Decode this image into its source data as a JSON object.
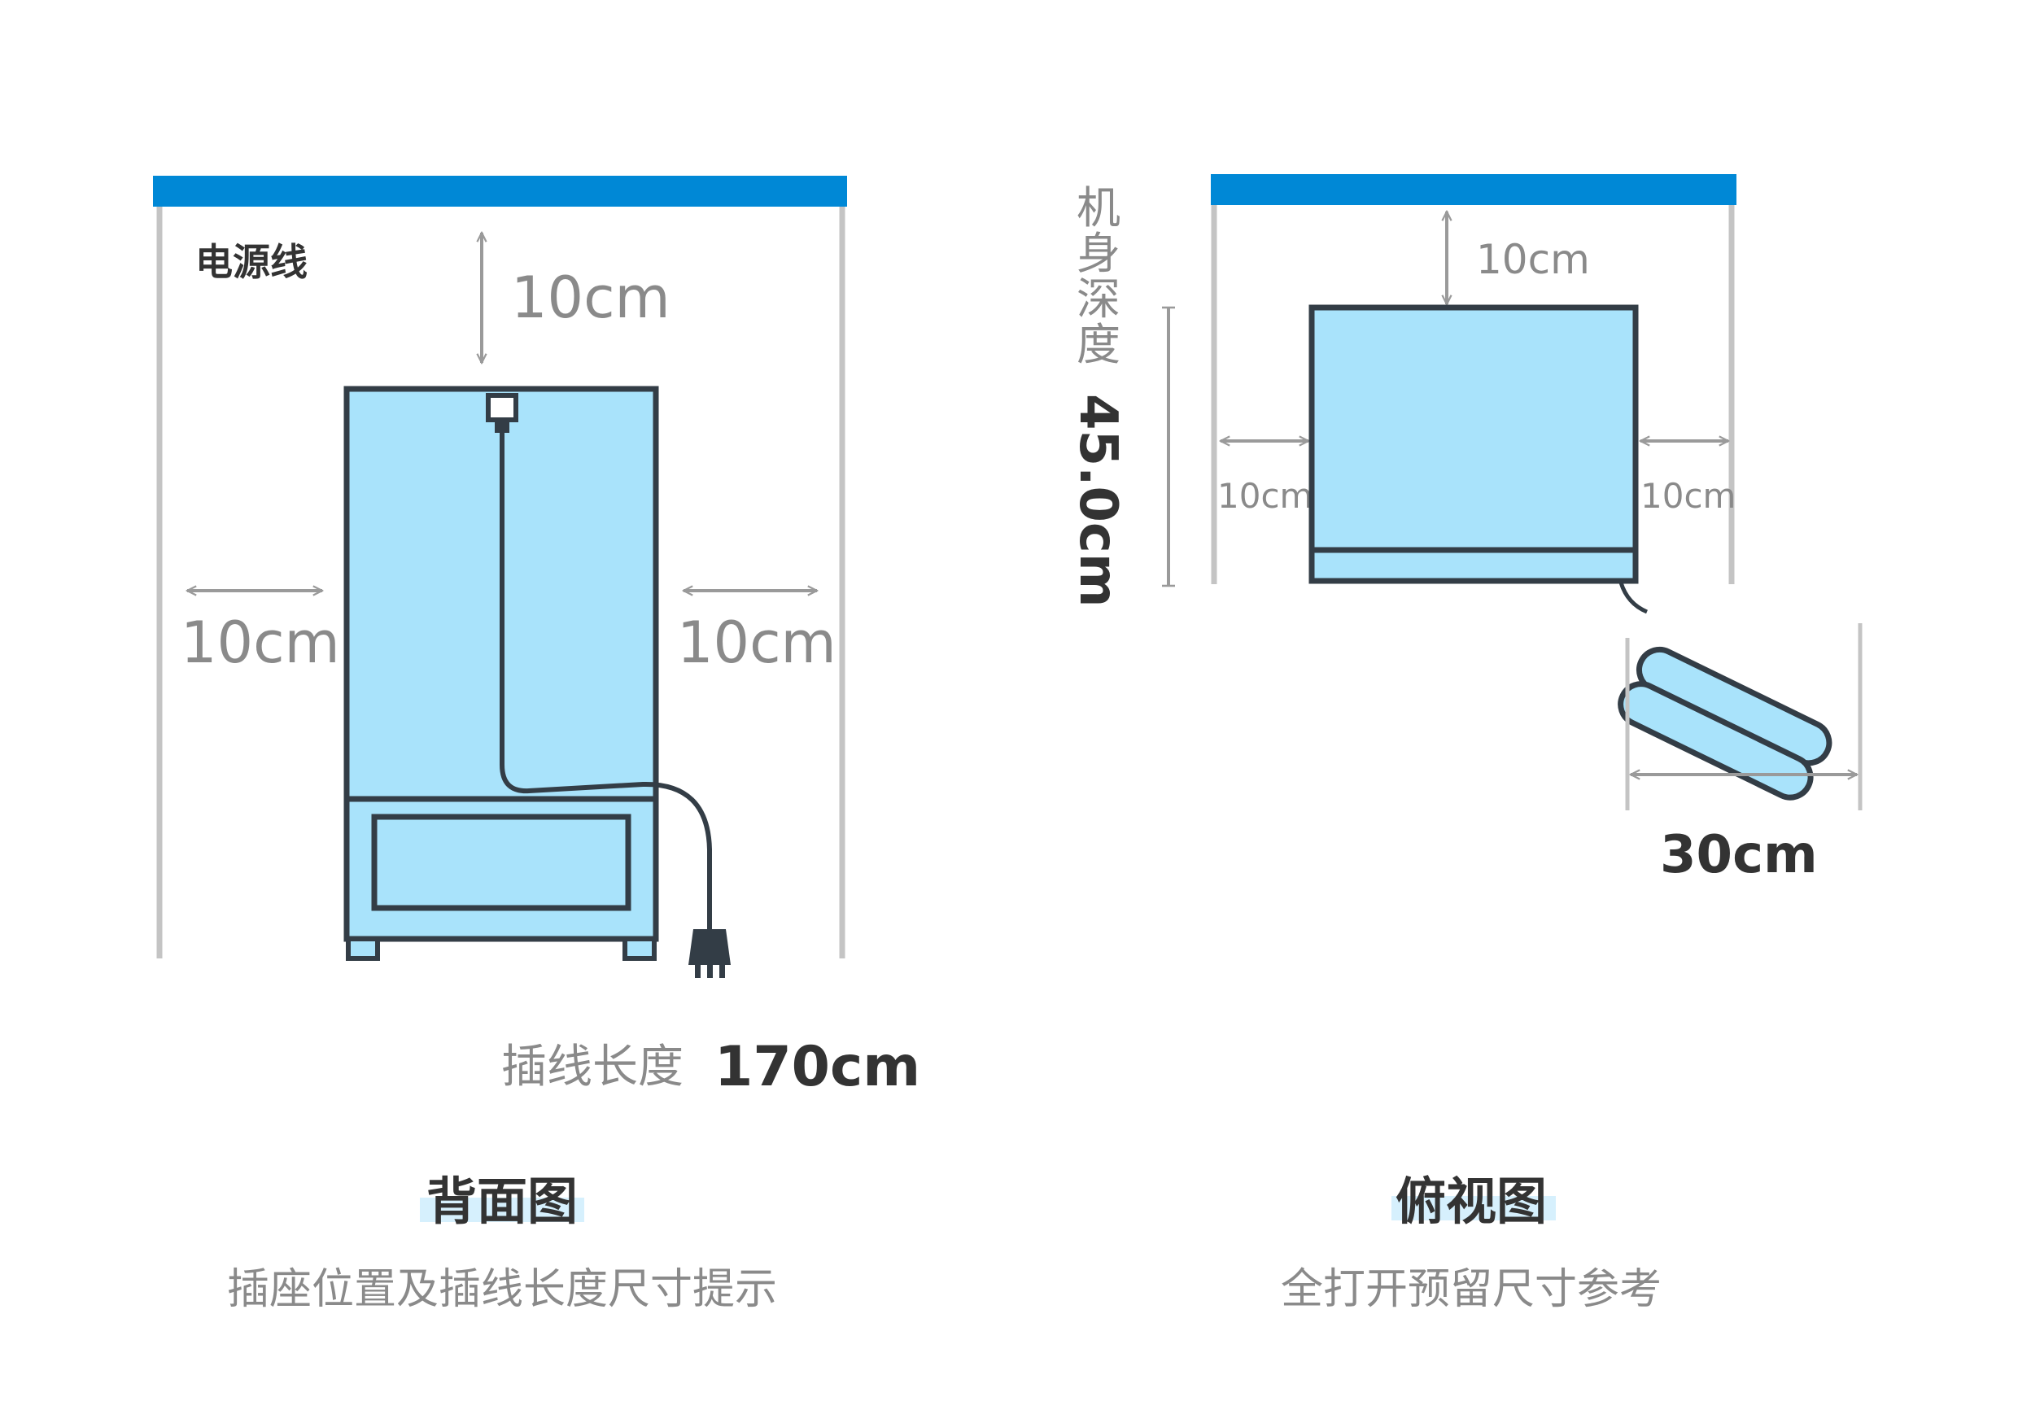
{
  "back_view": {
    "power_cord_label": "电源线",
    "top_clearance": "10cm",
    "left_clearance": "10cm",
    "right_clearance": "10cm",
    "cord_length_label": "插线长度",
    "cord_length_value": "170cm",
    "title": "背面图",
    "subtitle": "插座位置及插线长度尺寸提示"
  },
  "top_view": {
    "depth_label": "机身深度",
    "depth_value": "45.0cm",
    "top_clearance": "10cm",
    "left_clearance": "10cm",
    "right_clearance": "10cm",
    "door_clearance": "30cm",
    "title": "俯视图",
    "subtitle": "全打开预留尺寸参考"
  },
  "colors": {
    "wall": "#0088d6",
    "body_fill": "#a9e3fb",
    "outline": "#333d46",
    "guide": "#c4c4c4",
    "arrow": "#9a9a9a"
  }
}
